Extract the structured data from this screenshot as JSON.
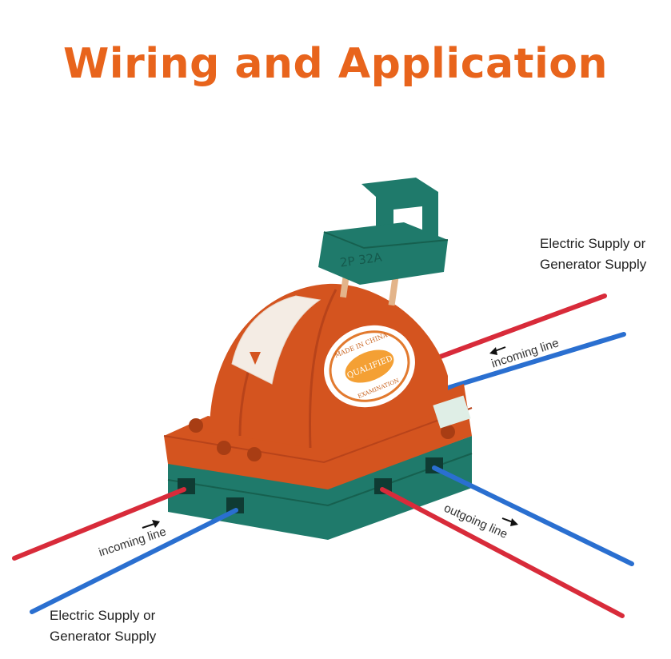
{
  "title": "Wiring and Application",
  "labels": {
    "supply_top_line1": "Electric Supply or",
    "supply_top_line2": "Generator Supply",
    "supply_bottom_line1": "Electric Supply or",
    "supply_bottom_line2": "Generator Supply",
    "incoming_top": "incoming line",
    "incoming_bottom": "incoming line",
    "outgoing": "outgoing line"
  },
  "product_marks": {
    "handle_text": "2P 32A",
    "seal_top": "MADE IN CHINA",
    "seal_middle": "QUALIFIED",
    "seal_bottom": "EXAMINATION"
  },
  "colors": {
    "title": "#e8641c",
    "body_orange": "#d4541f",
    "base_green": "#1f7a6b",
    "wire_red": "#d82b3a",
    "wire_blue": "#2a6fd0"
  }
}
